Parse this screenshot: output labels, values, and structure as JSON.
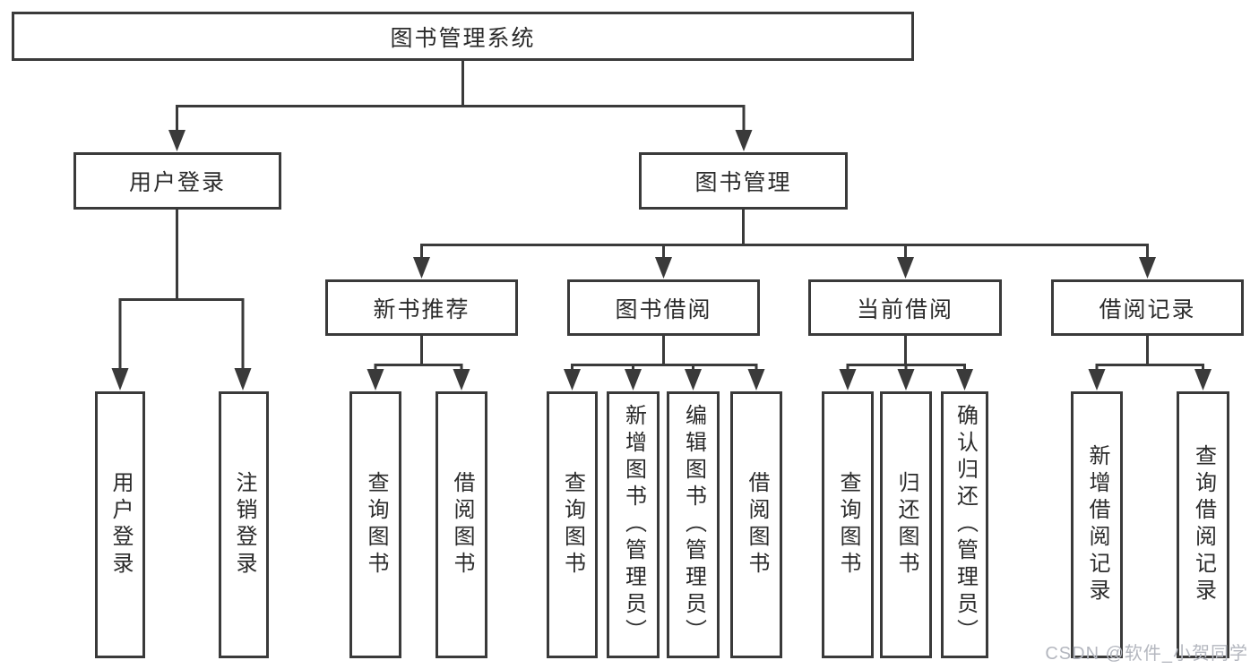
{
  "tree": {
    "root": {
      "label": "图书管理系统"
    },
    "branches": [
      {
        "label": "用户登录",
        "children": [
          {
            "label": "用户登录"
          },
          {
            "label": "注销登录"
          }
        ]
      },
      {
        "label": "图书管理",
        "children": [
          {
            "label": "新书推荐",
            "children": [
              {
                "label": "查询图书"
              },
              {
                "label": "借阅图书"
              }
            ]
          },
          {
            "label": "图书借阅",
            "children": [
              {
                "label": "查询图书"
              },
              {
                "label": "新增图书（管理员）"
              },
              {
                "label": "编辑图书（管理员）"
              },
              {
                "label": "借阅图书"
              }
            ]
          },
          {
            "label": "当前借阅",
            "children": [
              {
                "label": "查询图书"
              },
              {
                "label": "归还图书"
              },
              {
                "label": "确认归还（管理员）"
              }
            ]
          },
          {
            "label": "借阅记录",
            "children": [
              {
                "label": "新增借阅记录"
              },
              {
                "label": "查询借阅记录"
              }
            ]
          }
        ]
      }
    ]
  },
  "watermark": {
    "text": "CSDN @软件_小贺同学"
  },
  "colors": {
    "line": "#3a3a3a",
    "text": "#2b2b2b",
    "watermark": "#b4b7bf",
    "background": "#ffffff"
  }
}
